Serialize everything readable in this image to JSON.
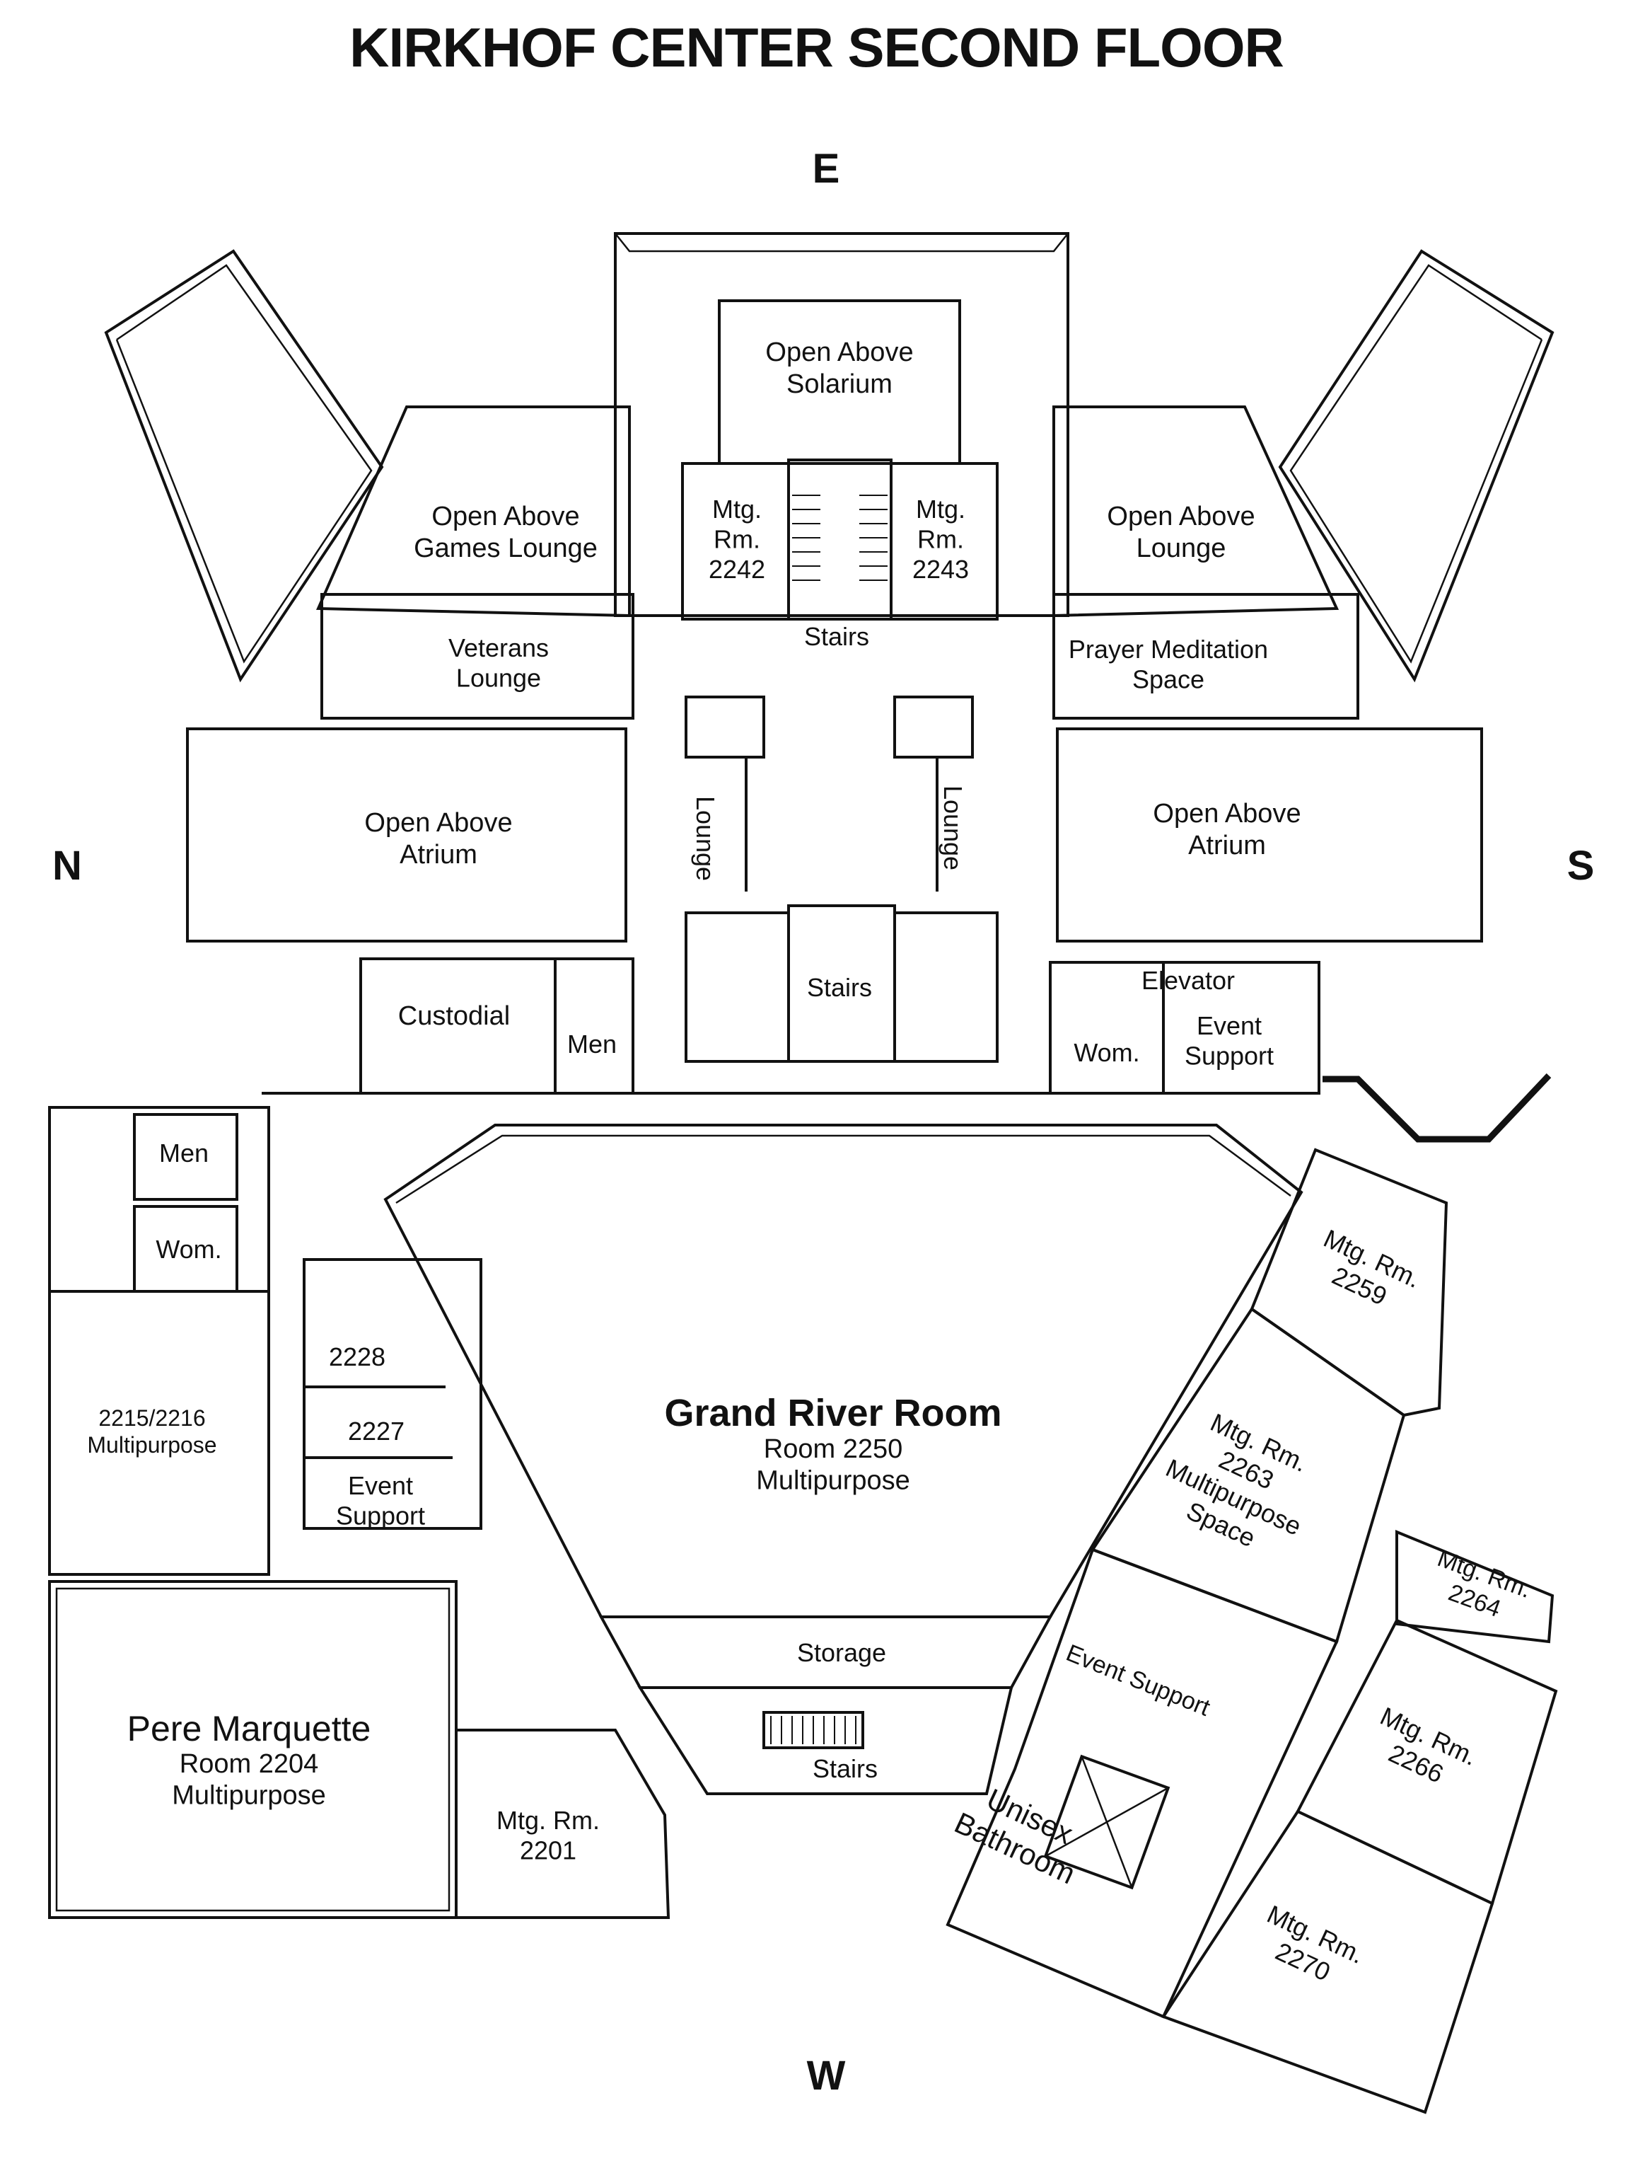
{
  "title": "KIRKHOF CENTER SECOND FLOOR",
  "compass": {
    "east": "E",
    "north": "N",
    "south": "S",
    "west": "W"
  },
  "rooms": [
    {
      "id": "solarium",
      "lines": [
        "Open Above",
        "Solarium"
      ]
    },
    {
      "id": "games-lounge",
      "lines": [
        "Open Above",
        "Games Lounge"
      ]
    },
    {
      "id": "mtg-2242",
      "lines": [
        "Mtg.",
        "Rm.",
        "2242"
      ]
    },
    {
      "id": "mtg-2243",
      "lines": [
        "Mtg.",
        "Rm.",
        "2243"
      ]
    },
    {
      "id": "open-lounge",
      "lines": [
        "Open Above",
        "Lounge"
      ]
    },
    {
      "id": "stairs-east",
      "lines": [
        "Stairs"
      ]
    },
    {
      "id": "veterans",
      "lines": [
        "Veterans",
        "Lounge"
      ]
    },
    {
      "id": "prayer",
      "lines": [
        "Prayer Meditation",
        "Space"
      ]
    },
    {
      "id": "atrium-north",
      "lines": [
        "Open Above",
        "Atrium"
      ]
    },
    {
      "id": "lounge-left",
      "lines": [
        "Lounge"
      ]
    },
    {
      "id": "lounge-right",
      "lines": [
        "Lounge"
      ]
    },
    {
      "id": "atrium-south",
      "lines": [
        "Open Above",
        "Atrium"
      ]
    },
    {
      "id": "stairs-center",
      "lines": [
        "Stairs"
      ]
    },
    {
      "id": "custodial",
      "lines": [
        "Custodial"
      ]
    },
    {
      "id": "men-center",
      "lines": [
        "Men"
      ]
    },
    {
      "id": "elevator",
      "lines": [
        "Elevator"
      ]
    },
    {
      "id": "wom-center",
      "lines": [
        "Wom."
      ]
    },
    {
      "id": "event-support-center",
      "lines": [
        "Event",
        "Support"
      ]
    },
    {
      "id": "men-north",
      "lines": [
        "Men"
      ]
    },
    {
      "id": "wom-north",
      "lines": [
        "Wom."
      ]
    },
    {
      "id": "room-2228",
      "lines": [
        "2228"
      ]
    },
    {
      "id": "room-2227",
      "lines": [
        "2227"
      ]
    },
    {
      "id": "event-support-north",
      "lines": [
        "Event",
        "Support"
      ]
    },
    {
      "id": "multipurpose-2215",
      "lines": [
        "2215/2216",
        "Multipurpose"
      ]
    },
    {
      "id": "grand-river",
      "lines": [
        "Grand River Room",
        "Room 2250",
        "Multipurpose"
      ]
    },
    {
      "id": "storage",
      "lines": [
        "Storage"
      ]
    },
    {
      "id": "stairs-west",
      "lines": [
        "Stairs"
      ]
    },
    {
      "id": "pere-marquette",
      "lines": [
        "Pere Marquette",
        "Room 2204",
        "Multipurpose"
      ]
    },
    {
      "id": "mtg-2201",
      "lines": [
        "Mtg. Rm.",
        "2201"
      ]
    },
    {
      "id": "mtg-2259",
      "lines": [
        "Mtg. Rm.",
        "2259"
      ]
    },
    {
      "id": "mtg-2263",
      "lines": [
        "Mtg. Rm.",
        "2263",
        "Multipurpose",
        "Space"
      ]
    },
    {
      "id": "mtg-2264",
      "lines": [
        "Mtg. Rm.",
        "2264"
      ]
    },
    {
      "id": "event-support-south",
      "lines": [
        "Event Support"
      ]
    },
    {
      "id": "unisex",
      "lines": [
        "Unisex",
        "Bathroom"
      ]
    },
    {
      "id": "mtg-2266",
      "lines": [
        "Mtg. Rm.",
        "2266"
      ]
    },
    {
      "id": "mtg-2270",
      "lines": [
        "Mtg. Rm.",
        "2270"
      ]
    }
  ]
}
